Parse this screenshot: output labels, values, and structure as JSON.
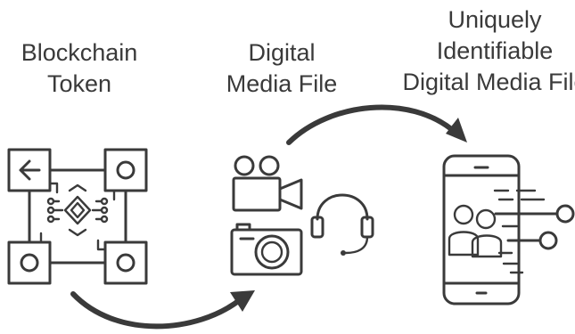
{
  "diagram": {
    "nodes": [
      {
        "id": "token",
        "label_lines": [
          "Blockchain",
          "Token"
        ],
        "icon": "blockchain-chip-icon"
      },
      {
        "id": "media",
        "label_lines": [
          "Digital",
          "Media File"
        ],
        "icon": "media-icons-group"
      },
      {
        "id": "unique",
        "label_lines": [
          "Uniquely",
          "Identifiable",
          "Digital Media File"
        ],
        "icon": "smartphone-identity-icon"
      }
    ],
    "edges": [
      {
        "from": "token",
        "to": "media"
      },
      {
        "from": "media",
        "to": "unique"
      }
    ],
    "colors": {
      "stroke": "#3a3a3a",
      "background": "#ffffff"
    }
  }
}
